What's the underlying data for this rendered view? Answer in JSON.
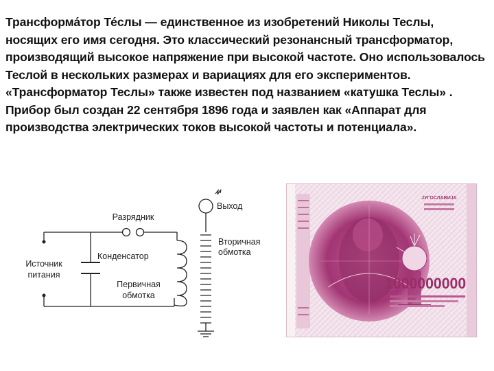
{
  "paragraph": "Трансформа́тор Те́слы — единственное из изобретений Николы Теслы, носящих его имя сегодня. Это классический резонансный трансформатор, производящий высокое напряжение при высокой частоте. Оно использовалось Теслой в нескольких размерах и вариациях для его экспериментов. «Трансформатор Теслы» также известен под названием «катушка Теслы» . Прибор был создан 22 сентября 1896 года и заявлен как «Аппарат для производства электрических токов высокой частоты и потенциала».",
  "diagram": {
    "labels": {
      "source_line1": "Источник",
      "source_line2": "питания",
      "spark_gap": "Разрядник",
      "capacitor": "Конденсатор",
      "primary_line1": "Первичная",
      "primary_line2": "обмотка",
      "secondary_line1": "Вторичная",
      "secondary_line2": "обмотка",
      "output": "Выход"
    }
  },
  "banknote": {
    "denomination": "10000000000",
    "bank_line1": "ЈУГОСЛАВИЈА",
    "colors": {
      "ink": "#b03a7c",
      "paper": "#f4e6ee"
    }
  }
}
